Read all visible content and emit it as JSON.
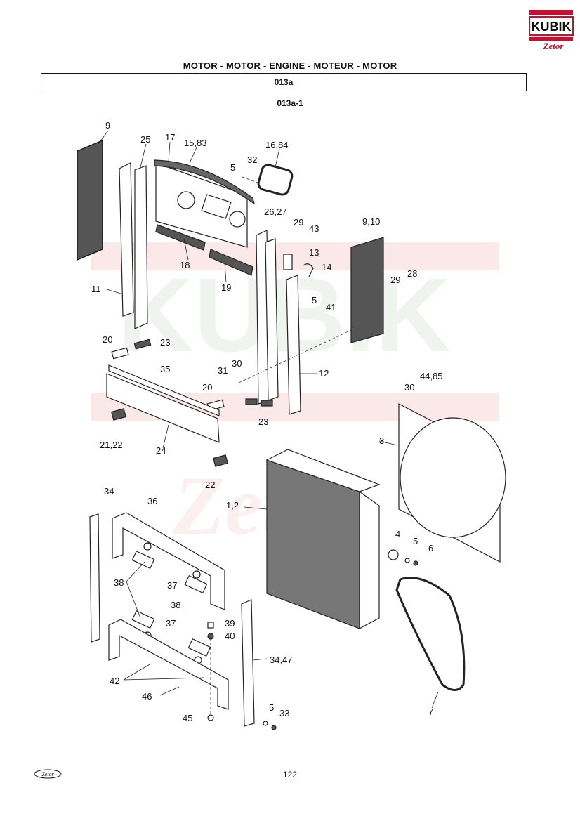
{
  "header": {
    "title": "MOTOR - MOTOR - ENGINE - MOTEUR - MOTOR",
    "section": "013a",
    "subsection": "013a-1"
  },
  "brand": {
    "logo_text": "KUBIK",
    "logo_sub": "Zetor",
    "accent": "#c8102e",
    "watermark_color": "#e8e8e8"
  },
  "labels": {
    "l9": "9",
    "l25": "25",
    "l17": "17",
    "l15_83": "15,83",
    "l16_84": "16,84",
    "l5a": "5",
    "l32": "32",
    "l26_27": "26,27",
    "l29a": "29",
    "l43": "43",
    "l9_10": "9,10",
    "l13": "13",
    "l14": "14",
    "l18": "18",
    "l19": "19",
    "l11": "11",
    "l29b": "29",
    "l28": "28",
    "l5b": "5",
    "l41": "41",
    "l20a": "20",
    "l23a": "23",
    "l35": "35",
    "l31": "31",
    "l30a": "30",
    "l12": "12",
    "l20b": "20",
    "l23b": "23",
    "l30b": "30",
    "l44_85": "44,85",
    "l21_22": "21,22",
    "l24": "24",
    "l3": "3",
    "l22": "22",
    "l34": "34",
    "l36": "36",
    "l1_2": "1,2",
    "l4": "4",
    "l5c": "5",
    "l6": "6",
    "l38a": "38",
    "l37a": "37",
    "l38b": "38",
    "l37b": "37",
    "l39": "39",
    "l40": "40",
    "l34_47": "34,47",
    "l42": "42",
    "l46": "46",
    "l45": "45",
    "l5d": "5",
    "l33": "33",
    "l7": "7"
  },
  "footer": {
    "page_number": "122",
    "logo_text": "Zetor"
  }
}
